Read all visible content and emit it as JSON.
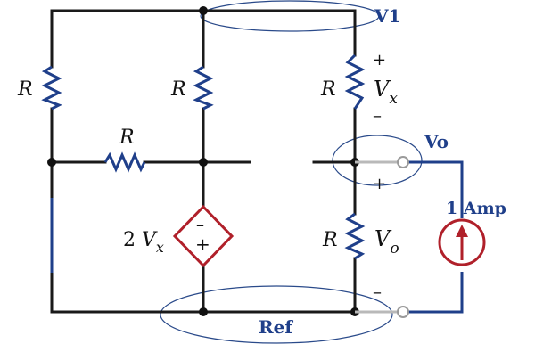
{
  "labels": {
    "r_left": "R",
    "r_middle": "R",
    "r_top_right": "R",
    "r_horizontal": "R",
    "r_bottom_right": "R",
    "vx_main": "V",
    "vx_sub": "x",
    "vo_main": "V",
    "vo_sub": "o",
    "dep_source_prefix": "2 ",
    "dep_source_main": "V",
    "dep_source_sub": "x",
    "plus_top": "+",
    "minus_top": "–",
    "plus_bottom": "+",
    "minus_bottom": "–",
    "dep_minus": "–",
    "dep_plus": "+"
  },
  "annotations": {
    "v1": "V1",
    "vo": "Vo",
    "ref": "Ref",
    "current_source": "1 Amp"
  },
  "colors": {
    "wire": "#1a1a1a",
    "resistor": "#1f3f8a",
    "source": "#b0202a",
    "annotation": "#1f3f8a"
  }
}
